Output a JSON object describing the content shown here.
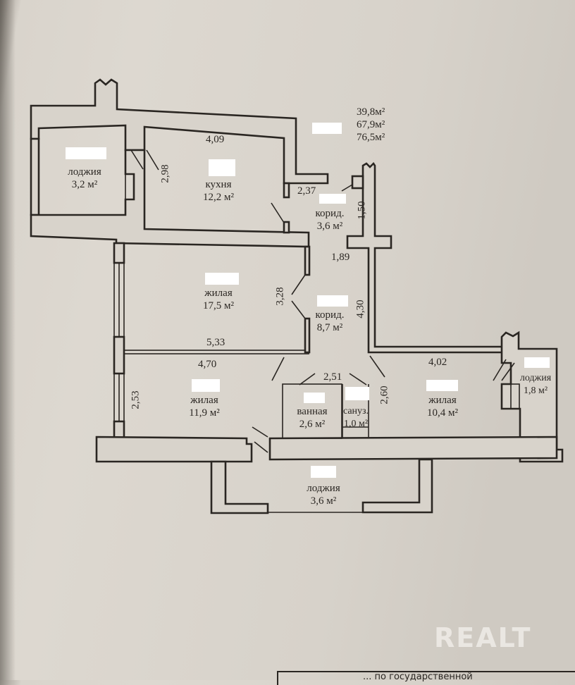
{
  "document": {
    "type": "apartment floor plan",
    "watermark": "REALT",
    "footer_text": "... по государственной"
  },
  "totals": [
    {
      "value": "39,8м²"
    },
    {
      "value": "67,9м²"
    },
    {
      "value": "76,5м²"
    }
  ],
  "rooms": {
    "loggia_nw": {
      "name": "лоджия",
      "area": "3,2 м²"
    },
    "kitchen": {
      "name": "кухня",
      "area": "12,2 м²"
    },
    "corridor_small": {
      "name": "корид.",
      "area": "3,6 м²"
    },
    "living_large": {
      "name": "жилая",
      "area": "17,5 м²"
    },
    "corridor_main": {
      "name": "корид.",
      "area": "8,7 м²"
    },
    "living_sw": {
      "name": "жилая",
      "area": "11,9 м²"
    },
    "bathroom": {
      "name": "ванная",
      "area": "2,6 м²"
    },
    "toilet": {
      "name": "сануз.",
      "area": "1,0 м²"
    },
    "living_se": {
      "name": "жилая",
      "area": "10,4 м²"
    },
    "loggia_e": {
      "name": "лоджия",
      "area": "1,8 м²"
    },
    "loggia_s": {
      "name": "лоджия",
      "area": "3,6 м²"
    }
  },
  "dimensions": {
    "kitchen_width": "4,09",
    "kitchen_depth": "2,98",
    "corridor_small_width": "2,37",
    "corridor_small_depth": "1,50",
    "corridor_gap": "1,89",
    "living_large_depth": "3,28",
    "corridor_main_depth": "4,30",
    "living_large_width": "5,33",
    "living_sw_width": "4,70",
    "living_sw_depth": "2,53",
    "bath_block_width": "2,51",
    "living_se_depth": "2,60",
    "living_se_width": "4,02"
  }
}
